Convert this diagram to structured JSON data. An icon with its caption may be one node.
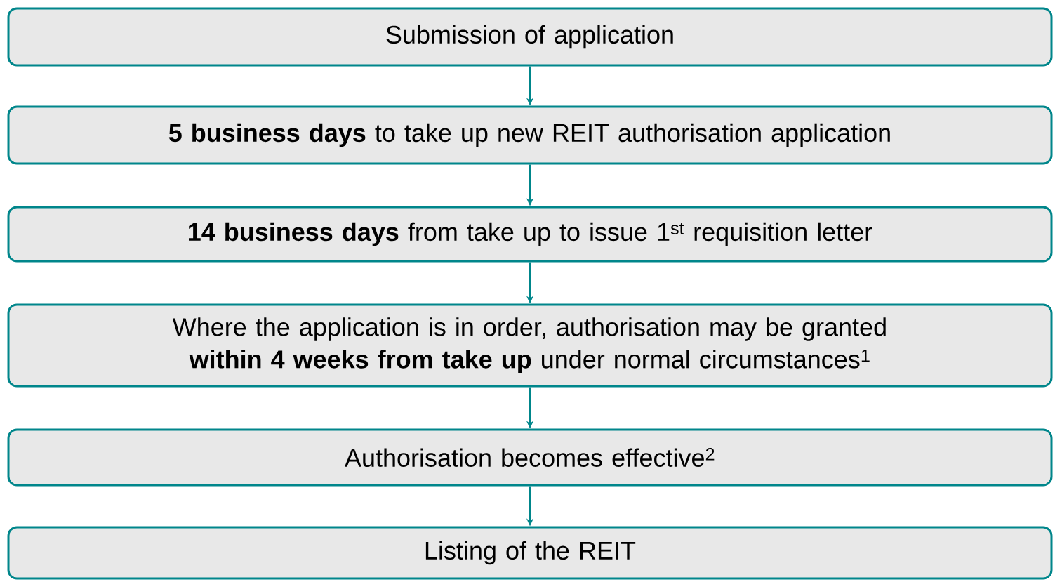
{
  "diagram": {
    "nodes": [
      {
        "text": [
          "Submission of application"
        ]
      },
      {
        "text": [
          "**5 business days** to take up new REIT authorisation application"
        ]
      },
      {
        "text": [
          "**14 business days** from take up to issue 1$^{st}$ requisition letter"
        ]
      },
      {
        "text": [
          "Where the application is in order, authorisation may be granted **within 4 weeks from take up** under normal circumstances$^{1}$"
        ]
      },
      {
        "text": [
          "Authorisation becomes effective$^{2}$"
        ]
      },
      {
        "text": [
          "Listing of the REIT"
        ]
      }
    ],
    "edges": [
      {
        "from": 0,
        "to": 1,
        "arrow": "to"
      },
      {
        "from": 1,
        "to": 2,
        "arrow": "to"
      },
      {
        "from": 2,
        "to": 3,
        "arrow": "to"
      },
      {
        "from": 3,
        "to": 4,
        "arrow": "to"
      },
      {
        "from": 4,
        "to": 5,
        "arrow": "to"
      }
    ]
  }
}
